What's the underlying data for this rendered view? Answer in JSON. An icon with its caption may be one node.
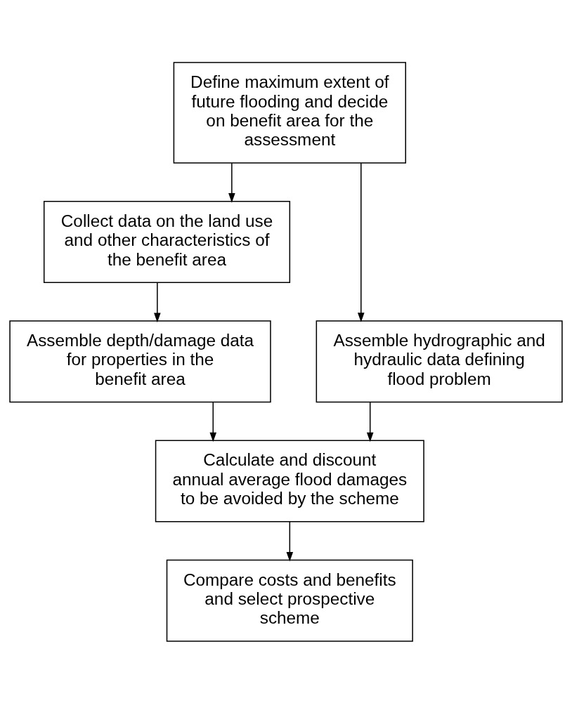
{
  "diagram": {
    "nodes": [
      {
        "text": [
          "Define maximum extent of future flooding and decide on benefit area for the assessment"
        ]
      },
      {
        "text": [
          "Collect data on the land use and other characteristics of the benefit area"
        ]
      },
      {
        "text": [
          "Assemble hydrographic and hydraulic data defining flood problem"
        ]
      },
      {
        "text": [
          "Assemble depth/damage data for properties in the benefit area"
        ]
      },
      {
        "text": [
          "Calculate and discount annual average flood damages to be avoided by the scheme"
        ]
      },
      {
        "text": [
          "Compare costs and benefits and select prospective scheme"
        ]
      }
    ],
    "edges": [
      {
        "from": 0,
        "to": 1,
        "arrow": "to"
      },
      {
        "from": 0,
        "to": 2,
        "arrow": "to"
      },
      {
        "from": 1,
        "to": 3,
        "arrow": "to"
      },
      {
        "from": 3,
        "to": 4,
        "arrow": "to"
      },
      {
        "from": 2,
        "to": 4,
        "arrow": "to"
      },
      {
        "from": 4,
        "to": 5,
        "arrow": "to"
      }
    ]
  }
}
